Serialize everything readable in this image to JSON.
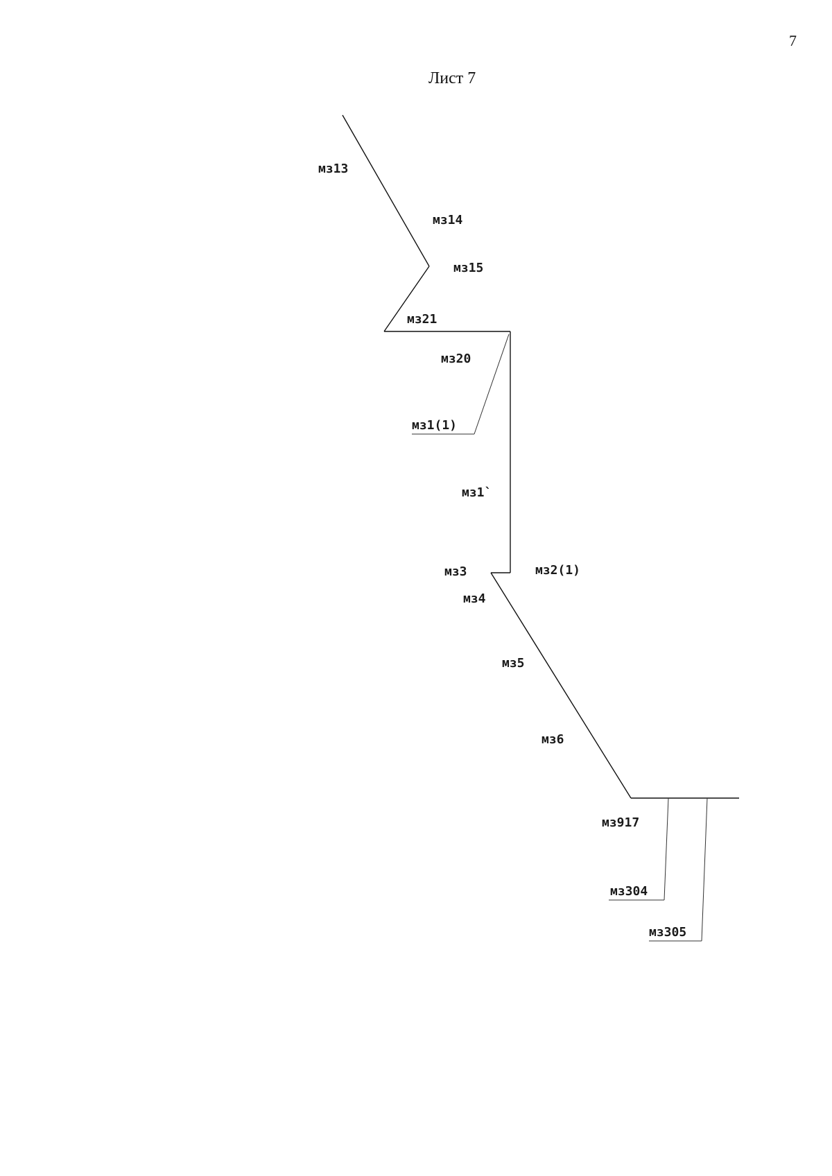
{
  "page": {
    "number": "7",
    "title": "Лист 7"
  },
  "diagram": {
    "labels": {
      "ms13": "мз13",
      "ms14": "мз14",
      "ms15": "мз15",
      "ms21": "мз21",
      "ms20": "мз20",
      "ms1_1": "мз1(1)",
      "ms1_prime": "мз1`",
      "ms3": "мз3",
      "ms2_1": "мз2(1)",
      "ms4": "мз4",
      "ms5": "мз5",
      "ms6": "мз6",
      "ms917": "мз917",
      "ms304": "мз304",
      "ms305": "мз305"
    }
  }
}
